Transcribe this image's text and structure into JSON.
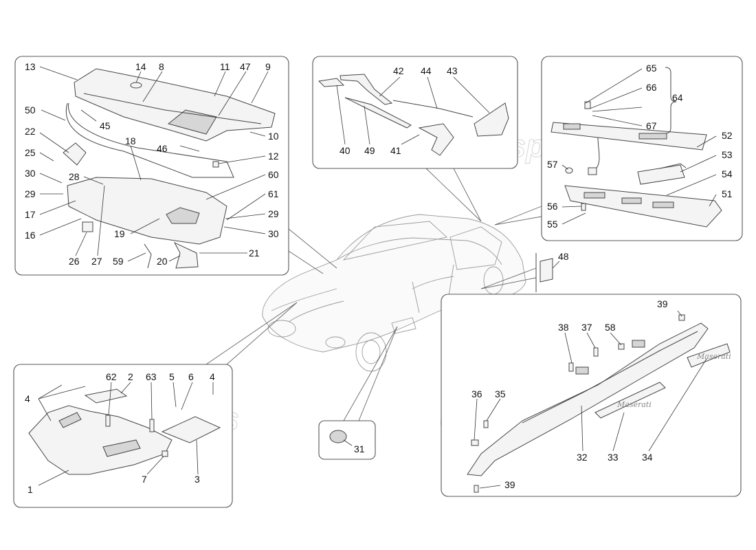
{
  "watermark": "eurospares",
  "panels": {
    "cowl": {
      "callouts": [
        "13",
        "14",
        "8",
        "11",
        "47",
        "9",
        "50",
        "45",
        "10",
        "22",
        "25",
        "18",
        "46",
        "12",
        "30",
        "28",
        "60",
        "29",
        "61",
        "29",
        "17",
        "16",
        "19",
        "30",
        "26",
        "27",
        "59",
        "20",
        "21"
      ]
    },
    "moldings": {
      "callouts": [
        "42",
        "44",
        "43",
        "40",
        "49",
        "41"
      ]
    },
    "trunk_light": {
      "callouts": [
        "65",
        "66",
        "64",
        "67",
        "52",
        "53",
        "57",
        "54",
        "56",
        "51",
        "55"
      ]
    },
    "underbody": {
      "callouts": [
        "4",
        "62",
        "2",
        "63",
        "5",
        "6",
        "4",
        "1",
        "7",
        "3"
      ]
    },
    "grille": {
      "callouts": [
        "31"
      ]
    },
    "emblem": {
      "callouts": [
        "48"
      ]
    },
    "sill": {
      "callouts": [
        "39",
        "38",
        "37",
        "58",
        "36",
        "35",
        "32",
        "33",
        "34",
        "39"
      ],
      "script_text": [
        "Maserati",
        "Maserati"
      ]
    }
  }
}
